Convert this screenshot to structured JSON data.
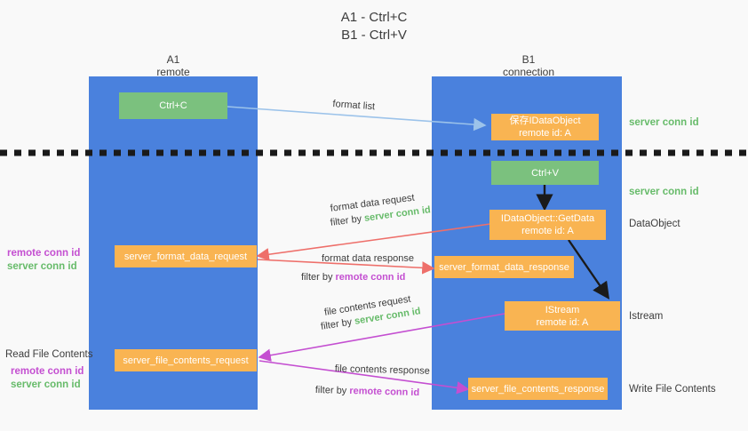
{
  "title": {
    "line1": "A1 - Ctrl+C",
    "line2": "B1 - Ctrl+V"
  },
  "colors": {
    "background": "#f9f9f9",
    "lane": "#4a81dd",
    "node_green": "#7bc17e",
    "node_orange": "#f9b452",
    "text_dark": "#3c3c3c",
    "accent_green": "#67bb6a",
    "accent_purple": "#c44fd1",
    "arrow_blue": "#9cc3ea",
    "arrow_red": "#ee6f6a",
    "arrow_magenta": "#c44fd1",
    "arrow_black": "#1a1a1a",
    "divider": "#1a1a1a"
  },
  "lanes": [
    {
      "id": "a1",
      "title_line1": "A1",
      "title_line2": "remote"
    },
    {
      "id": "b1",
      "title_line1": "B1",
      "title_line2": "connection"
    }
  ],
  "nodes": {
    "ctrl_c": {
      "line1": "Ctrl+C",
      "line2": ""
    },
    "idataobject_save": {
      "line1": "保存IDataObject",
      "line2": "remote id: A"
    },
    "ctrl_v": {
      "line1": "Ctrl+V",
      "line2": ""
    },
    "getdata": {
      "line1": "IDataObject::GetData",
      "line2": "remote id: A"
    },
    "istream": {
      "line1": "IStream",
      "line2": "remote id: A"
    },
    "server_format_data_request": {
      "line1": "server_format_data_request",
      "line2": ""
    },
    "server_format_data_response": {
      "line1": "server_format_data_response",
      "line2": ""
    },
    "server_file_contents_request": {
      "line1": "server_file_contents_request",
      "line2": ""
    },
    "server_file_contents_response": {
      "line1": "server_file_contents_response",
      "line2": ""
    }
  },
  "right_labels": {
    "server_conn_id_top": "server conn id",
    "server_conn_id_second": "server conn id",
    "dataobject": "DataObject",
    "istream": "Istream",
    "write_file_contents": "Write File Contents"
  },
  "left_labels": {
    "remote_conn_id_top": "remote conn id",
    "server_conn_id_top": "server conn id",
    "read_file_contents": "Read File Contents",
    "remote_conn_id_bottom": "remote conn id",
    "server_conn_id_bottom": "server conn id"
  },
  "edges": {
    "format_list": "format list",
    "format_data_request": "format data request",
    "format_data_request_filter_prefix": "filter by ",
    "format_data_request_filter_value": "server conn id",
    "format_data_response": "format data response",
    "format_data_response_filter_prefix": "filter by ",
    "format_data_response_filter_value": "remote conn id",
    "file_contents_request": "file contents request",
    "file_contents_request_filter_prefix": "filter by ",
    "file_contents_request_filter_value": "server conn id",
    "file_contents_response": "file contents response",
    "file_contents_response_filter_prefix": "filter by ",
    "file_contents_response_filter_value": "remote conn id"
  }
}
